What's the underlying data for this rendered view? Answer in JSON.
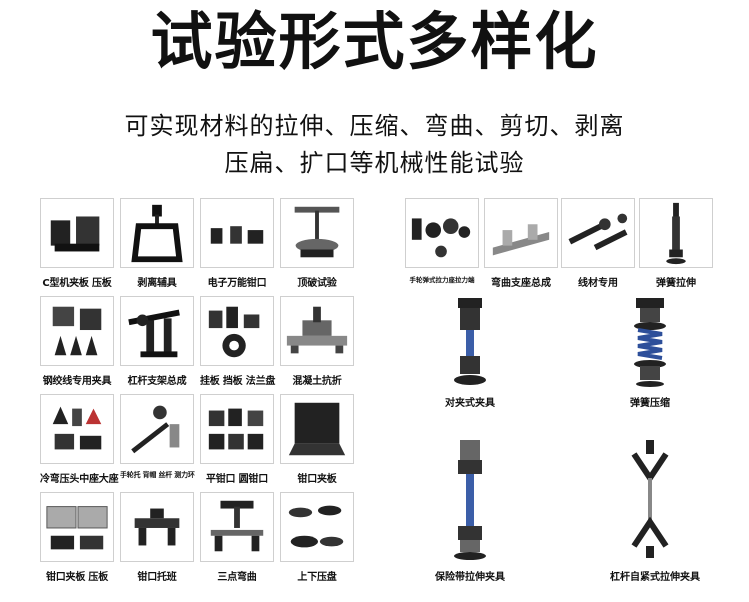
{
  "title": "试验形式多样化",
  "subtitle_line1": "可实现材料的拉伸、压缩、弯曲、剪切、剥离",
  "subtitle_line2": "压扁、扩口等机械性能试验",
  "left_grid": [
    "C型机夹板 压板",
    "剥离辅具",
    "电子万能钳口",
    "顶破试验",
    "钢绞线专用夹具",
    "杠杆支架总成",
    "挂板 挡板 法兰盘",
    "混凝土抗折",
    "冷弯压头中座大座",
    "手轮托 背帽 丝杆 测力环",
    "平钳口 圆钳口",
    "钳口夹板",
    "钳口夹板 压板",
    "钳口托班",
    "三点弯曲",
    "上下压盘"
  ],
  "right_top": [
    "手轮弹式拉力座拉力端",
    "弯曲支座总成",
    "线材专用",
    "弹簧拉伸"
  ],
  "right_big": [
    "对夹式夹具",
    "弹簧压缩",
    "保险带拉伸夹具",
    "杠杆自紧式拉伸夹具"
  ]
}
